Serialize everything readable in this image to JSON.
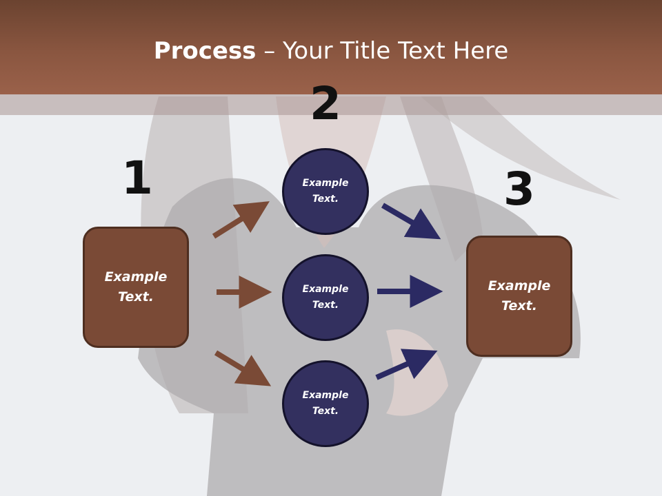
{
  "title": {
    "bold": "Process",
    "rest": " – Your Title Text Here"
  },
  "steps": [
    {
      "number": "1",
      "box_text_line1": "Example",
      "box_text_line2": "Text."
    },
    {
      "number": "2",
      "circles": [
        {
          "line1": "Example",
          "line2": "Text."
        },
        {
          "line1": "Example",
          "line2": "Text."
        },
        {
          "line1": "Example",
          "line2": "Text."
        }
      ]
    },
    {
      "number": "3",
      "box_text_line1": "Example",
      "box_text_line2": "Text."
    }
  ],
  "colors": {
    "header": "#8a5640",
    "box_fill": "#7a4a36",
    "circle_fill": "#33305f",
    "brown_arrow": "#7a4a36",
    "navy_arrow": "#2b2a63"
  }
}
